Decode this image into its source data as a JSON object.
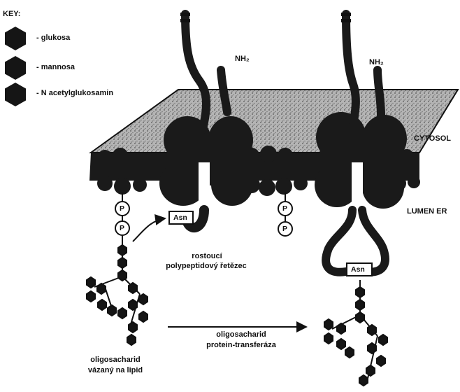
{
  "key": {
    "title": "KEY:",
    "items": [
      {
        "label": "- glukosa"
      },
      {
        "label": "- mannosa"
      },
      {
        "label": "- N acetylglukosamin"
      }
    ]
  },
  "labels": {
    "nh2_left": "NH₂",
    "nh2_right": "NH₂",
    "cytosol": "CYTOSOL",
    "lumen": "LUMEN ER",
    "asn_left": "Asn",
    "asn_right": "Asn",
    "phosphate": "P",
    "growing_chain_line1": "rostoucí",
    "growing_chain_line2": "polypeptidový řetězec",
    "enzyme_line1": "oligosacharid",
    "enzyme_line2": "protein-transferáza",
    "lipid_oligo_line1": "oligosacharid",
    "lipid_oligo_line2": "vázaný na lipid"
  }
}
